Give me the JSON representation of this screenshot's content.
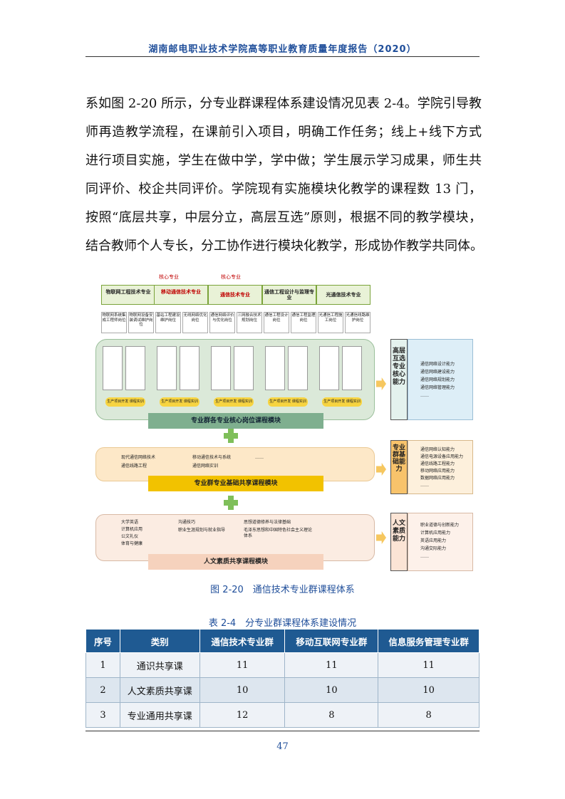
{
  "header": {
    "title": "湖南邮电职业技术学院高等职业教育质量年度报告（2020）"
  },
  "paragraph": [
    "系如图 2-20 所示，分专业群课程体系建设情况见表 2-4。学院引导教",
    "师再造教学流程，在课前引入项目，明确工作任务；线上+线下方式",
    "进行项目实施，学生在做中学，学中做；学生展示学习成果，师生共",
    "同评价、校企共同评价。学院现有实施模块化教学的课程数 13 门，",
    "按照“底层共享，中层分立，高层互选”原则，根据不同的教学模块，",
    "结合教师个人专长，分工协作进行模块化教学，形成协作教学共同体。"
  ],
  "figure": {
    "core_tags": [
      "核心专业",
      "核心专业"
    ],
    "majors": [
      "物联网工程技术专业",
      "移动通信技术专业",
      "通信技术专业",
      "通信工程设计与监理专业",
      "光通信技术专业"
    ],
    "posts": [
      [
        "物联网系统集成工程师岗位",
        "物联网设备安装调试维护岗位"
      ],
      [
        "基站工程建设维护岗位",
        "无线网络优化岗位"
      ],
      [
        "通信网络评价与优化岗位",
        "三网融合技术规划岗位"
      ],
      [
        "通信工程设计岗位",
        "通信工程监理岗位"
      ],
      [
        "光通信工程施工岗位",
        "光通信线路维护岗位"
      ]
    ],
    "skills_right": [
      "通信网络设计能力",
      "通信网络建设能力",
      "通信网络规划能力",
      "通信网络管理能力",
      "……"
    ],
    "layer_top_label": "专业群各专业核心岗位课程模块",
    "layer_top_side": "高层互选专业核心能力",
    "project_labels": [
      "生产项目开发 课程实训",
      "生产项目开发 课程实训",
      "生产项目开发 课程实训",
      "生产项目开发 课程实训",
      "生产项目开发 课程实训"
    ],
    "layer_mid_items": [
      "现代通信网络技术",
      "通信线路工程",
      "移动通信技术与系统",
      "通信网络实训",
      "……"
    ],
    "layer_mid_label": "专业群专业基础共享课程模块",
    "layer_mid_side": "专业群基础能力",
    "skills_mid": [
      "通信网络认知能力",
      "通信电源设备应用能力",
      "通信线路工程能力",
      "移动网络应用能力",
      "数据网络应用能力",
      "……"
    ],
    "layer_bot_items": [
      "大学英语",
      "计算机应用",
      "公文礼仪",
      "体育与健康",
      "沟通技巧",
      "职业生涯规划与就业指导",
      "思想道德修养与法律基础",
      "毛泽东思想和中国特色社会主义理论体系"
    ],
    "layer_bot_label": "人文素质共享课程模块",
    "layer_bot_side": "人文素质能力",
    "skills_bot": [
      "职业道德与创新能力",
      "计算机应用能力",
      "英语应用能力",
      "沟通交际能力",
      "……"
    ]
  },
  "figure_caption": "图 2-20　通信技术专业群课程体系",
  "table_caption": "表 2-4　分专业群课程体系建设情况",
  "table": {
    "headers": [
      "序号",
      "类别",
      "通信技术专业群",
      "移动互联网专业群",
      "信息服务管理专业群"
    ],
    "rows": [
      [
        "1",
        "通识共享课",
        "11",
        "11",
        "11"
      ],
      [
        "2",
        "人文素质共享课",
        "10",
        "10",
        "10"
      ],
      [
        "3",
        "专业通用共享课",
        "12",
        "8",
        "8"
      ]
    ]
  },
  "page_number": "47",
  "colors": {
    "header_blue": "#1f4e9a",
    "table_header": "#1f5a92"
  }
}
